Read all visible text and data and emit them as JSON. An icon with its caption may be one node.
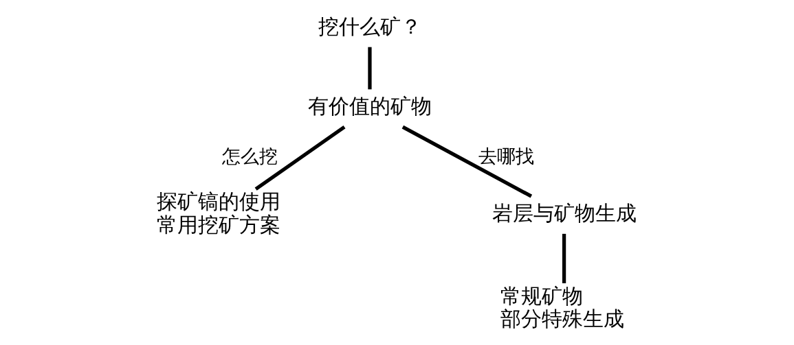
{
  "diagram": {
    "nodes": [
      {
        "text": [
          "挖什么矿？"
        ]
      },
      {
        "text": [
          "有价值的矿物"
        ]
      },
      {
        "text": [
          "探矿镐的使用",
          "常用挖矿方案"
        ]
      },
      {
        "text": [
          "岩层与矿物生成"
        ]
      },
      {
        "text": [
          "常规矿物",
          "部分特殊生成"
        ]
      }
    ],
    "edges": [
      {
        "from": 0,
        "to": 1,
        "arrow": "none"
      },
      {
        "from": 1,
        "to": 2,
        "arrow": "none",
        "label": "怎么挖"
      },
      {
        "from": 1,
        "to": 3,
        "arrow": "none",
        "label": "去哪找"
      },
      {
        "from": 3,
        "to": 4,
        "arrow": "none"
      }
    ]
  }
}
